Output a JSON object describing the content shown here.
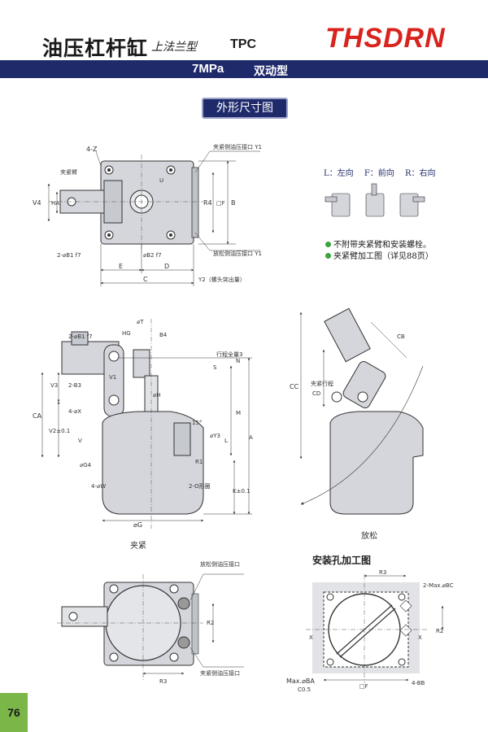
{
  "header": {
    "title": "油压杠杆缸",
    "subtitle": "上法兰型",
    "model": "TPC",
    "brand": "THSDRN"
  },
  "banner": {
    "pressure": "7MPa",
    "type": "双动型"
  },
  "section_button": "外形尺寸图",
  "orientation": {
    "L": "L：左向",
    "F": "F：前向",
    "R": "R：右向"
  },
  "notes": [
    "不附带夹紧臂和安装螺栓。",
    "夹紧臂加工图（详见88页）"
  ],
  "captions": {
    "clamp": "夹紧",
    "release": "放松",
    "mount_title": "安装孔加工图"
  },
  "labels": {
    "top_clamp_port": "夹紧侧油压接口 Y1",
    "top_release_port": "放松侧油压接口 Y1",
    "clamp_arm": "夹紧臂",
    "y2": "Y2（螺头突出量）",
    "o_ring": "2-O形圈",
    "stroke_total": "行程全量3",
    "clamp_stroke": "夹紧行程",
    "bottom_release_port": "放松侧油压接口",
    "bottom_clamp_port": "夹紧侧油压接口"
  },
  "dims": {
    "z4": "4-Z",
    "v4": "V4",
    "ha": "HA",
    "r4": "R4",
    "b": "B",
    "cf": "□F",
    "u": "U",
    "b1": "2-⌀B1 f7",
    "b2": "⌀B2 f7",
    "e": "E",
    "d": "D",
    "c": "C",
    "phi_t": "⌀T",
    "hg": "HG",
    "b4": "B4",
    "b3": "2-B3",
    "v1": "V1",
    "x4": "4-⌀X",
    "phi_h": "⌀H",
    "s": "S",
    "n": "N",
    "m": "M",
    "a": "A",
    "ca": "CA",
    "v3": "V3",
    "v2": "V2±0.1",
    "v": "V",
    "y3": "⌀Y3",
    "l": "L",
    "r1": "R1",
    "angle": "15°",
    "g4": "⌀G4",
    "w4": "4-⌀W",
    "k": "K±0.1",
    "g": "⌀G",
    "cc": "CC",
    "cd": "CD",
    "cb": "CB",
    "r2": "R2",
    "r3": "R3",
    "bc": "2-Max.⌀BC",
    "x": "X",
    "ba": "Max.⌀BA",
    "c05": "C0.5",
    "bb": "4-BB"
  },
  "page_number": "76",
  "colors": {
    "brand": "#d9231d",
    "navy": "#1f2a6b",
    "accent_green": "#7ab648"
  }
}
